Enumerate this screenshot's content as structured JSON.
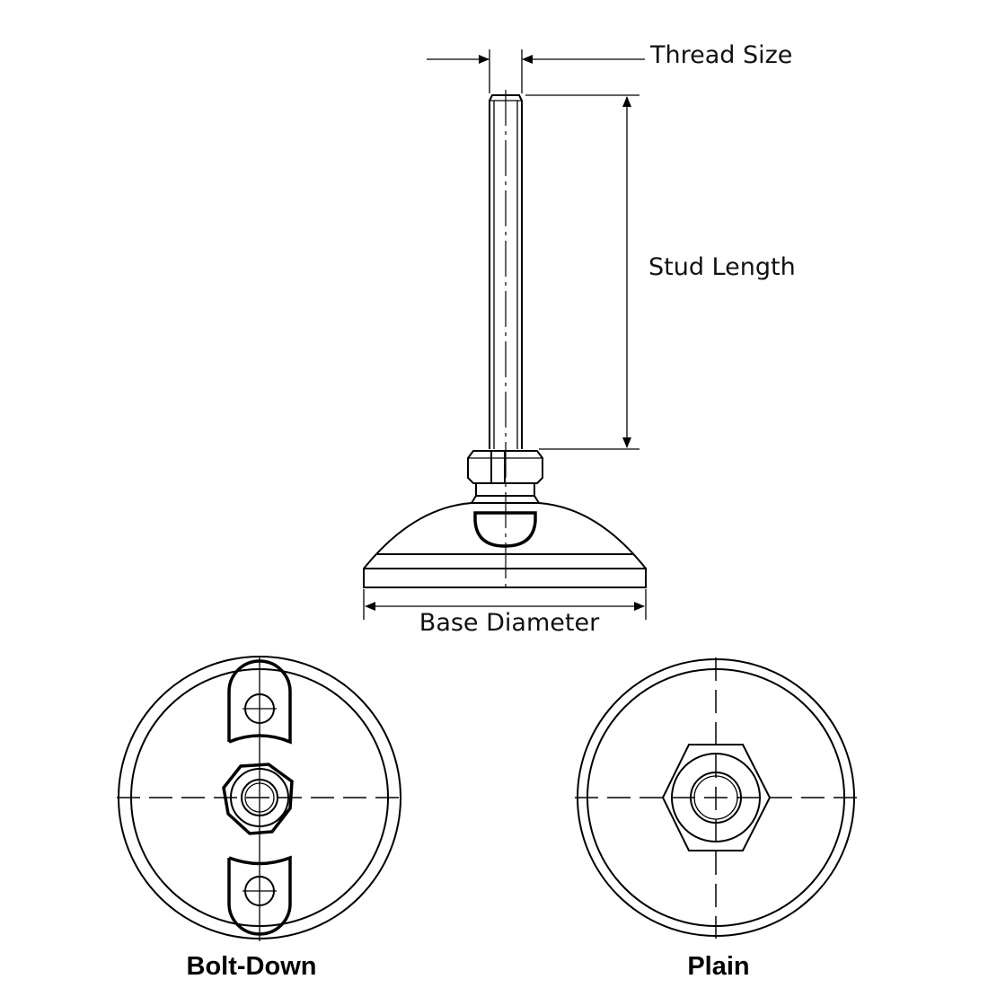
{
  "labels": {
    "thread_size": "Thread Size",
    "stud_length": "Stud Length",
    "base_diameter": "Base Diameter",
    "bolt_down": "Bolt-Down",
    "plain": "Plain"
  },
  "colors": {
    "line": "#000000",
    "background": "#ffffff"
  }
}
